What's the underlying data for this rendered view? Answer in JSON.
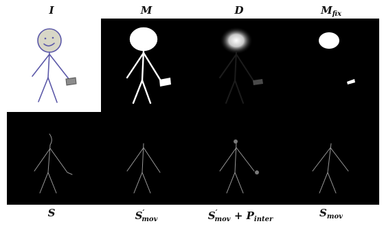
{
  "top_labels": {
    "I": {
      "main": "I",
      "sub": ""
    },
    "M": {
      "main": "M",
      "sub": ""
    },
    "D": {
      "main": "D",
      "sub": ""
    },
    "Mfix": {
      "main": "M",
      "sub": "fix"
    }
  },
  "bottom_labels": {
    "S": {
      "main": "S",
      "sub": "",
      "prime": "",
      "rest": ""
    },
    "Smov_prime": {
      "main": "S",
      "prime": "′",
      "sub": "mov",
      "rest": ""
    },
    "Smov_prime_plus": {
      "main": "S",
      "prime": "′",
      "sub": "mov",
      "rest": " + P",
      "rest_sub": "inter"
    },
    "Smov": {
      "main": "S",
      "sub": "mov",
      "prime": "",
      "rest": ""
    }
  },
  "colors": {
    "background": "#ffffff",
    "panel": "#000000",
    "sketch_ink": "#5b58a8",
    "sketch_head_fill": "#d8d7c7",
    "mask": "#ffffff",
    "skeleton": "#9a9a9a",
    "point": "#7a7a7a"
  }
}
